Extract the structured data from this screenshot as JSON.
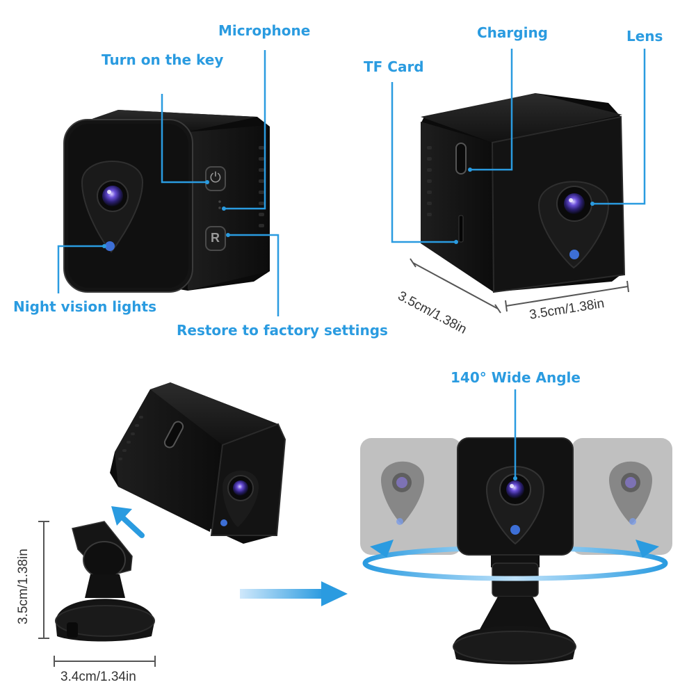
{
  "labels": {
    "turn_on_key": "Turn on the key",
    "microphone": "Microphone",
    "night_vision": "Night vision lights",
    "restore_factory": "Restore to factory settings",
    "tf_card": "TF Card",
    "charging": "Charging",
    "lens": "Lens",
    "wide_angle": "140° Wide Angle"
  },
  "dimensions": {
    "depth": "3.5cm/1.38in",
    "width": "3.5cm/1.38in",
    "mount_height": "3.5cm/1.38in",
    "mount_width": "3.4cm/1.34in"
  },
  "buttons": {
    "power_symbol": "⏻",
    "reset_symbol": "R"
  },
  "colors": {
    "callout_blue": "#2a9be0",
    "camera_body": "#151515",
    "lens_purple": "#4b3fb8",
    "night_led": "#3d6fd6"
  }
}
